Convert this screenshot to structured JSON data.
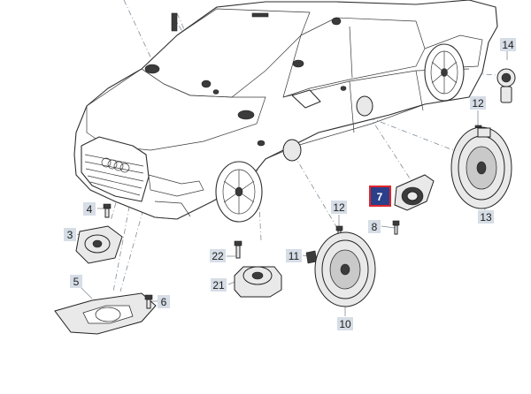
{
  "diagram": {
    "callouts": [
      {
        "id": "c14",
        "label": "14"
      },
      {
        "id": "c12a",
        "label": "12"
      },
      {
        "id": "c13",
        "label": "13"
      },
      {
        "id": "c7",
        "label": "7"
      },
      {
        "id": "c8",
        "label": "8"
      },
      {
        "id": "c12b",
        "label": "12"
      },
      {
        "id": "c11",
        "label": "11"
      },
      {
        "id": "c10",
        "label": "10"
      },
      {
        "id": "c22",
        "label": "22"
      },
      {
        "id": "c21",
        "label": "21"
      },
      {
        "id": "c4",
        "label": "4"
      },
      {
        "id": "c3",
        "label": "3"
      },
      {
        "id": "c5",
        "label": "5"
      },
      {
        "id": "c6",
        "label": "6"
      }
    ],
    "highlighted_callout": "7",
    "colors": {
      "callout_background": "#d6dde6",
      "highlight_fill": "#2b3f8a",
      "highlight_border": "#e0242b",
      "leader_line": "#7f8c98"
    }
  }
}
